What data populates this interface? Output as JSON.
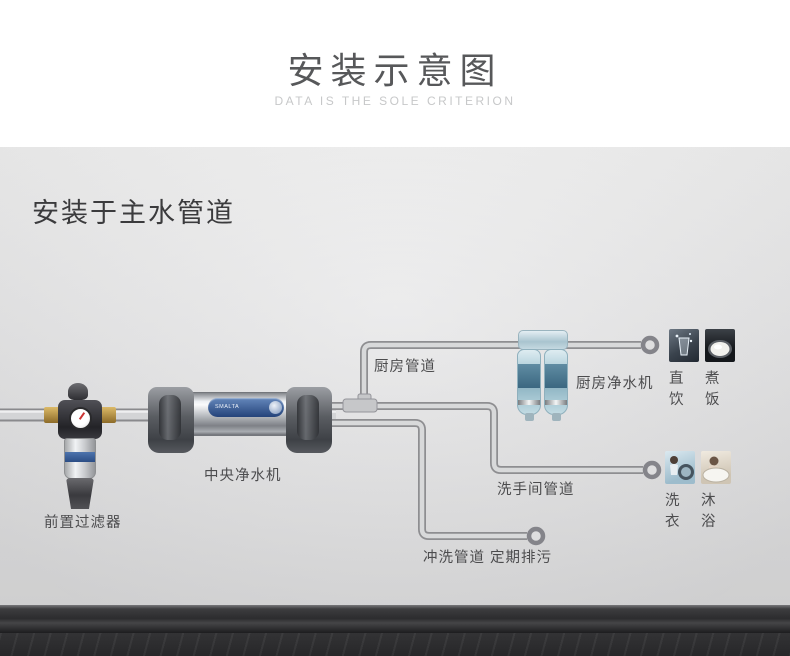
{
  "header": {
    "title": "安装示意图",
    "subtitle": "DATA IS THE SOLE CRITERION"
  },
  "scene": {
    "heading": "安装于主水管道"
  },
  "devices": {
    "pre_filter": {
      "label": "前置过滤器"
    },
    "central_purifier": {
      "label": "中央净水机",
      "brand": "SMALTA"
    },
    "kitchen_purifier": {
      "label": "厨房净水机"
    }
  },
  "pipes": {
    "kitchen": {
      "label": "厨房管道"
    },
    "bathroom": {
      "label": "洗手间管道"
    },
    "flush": {
      "label": "冲洗管道 定期排污"
    }
  },
  "outlets": {
    "drinking": {
      "label": "直饮"
    },
    "cooking": {
      "label": "煮饭"
    },
    "laundry": {
      "label": "洗衣"
    },
    "bath": {
      "label": "沐浴"
    }
  },
  "colors": {
    "title_gray": "#57585a",
    "wall_gray": "#e0e0e1",
    "pipe_gray": "#d4d5d7",
    "brand_blue": "#2b4d85",
    "cartridge_blue": "#aacad5"
  }
}
